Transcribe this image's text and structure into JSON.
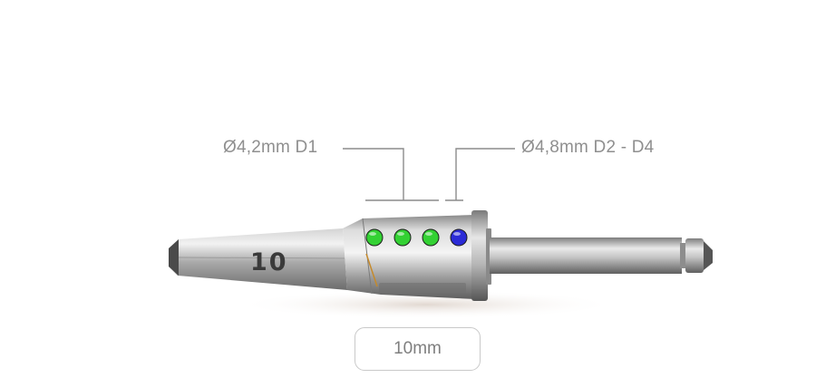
{
  "callouts": {
    "d1": "Ø4,2mm D1",
    "d2_d4": "Ø4,8mm D2 - D4"
  },
  "drill": {
    "etched_number": "10",
    "depth_marks": [
      {
        "name": "depth-mark-1",
        "color": "#33d133"
      },
      {
        "name": "depth-mark-2",
        "color": "#33d133"
      },
      {
        "name": "depth-mark-3",
        "color": "#33d133"
      },
      {
        "name": "depth-mark-4",
        "color": "#2b2bd6"
      }
    ]
  },
  "length_selector": {
    "label": "10mm"
  },
  "colors": {
    "leader_line": "#8c8c8c",
    "text": "#8f8f8f"
  }
}
